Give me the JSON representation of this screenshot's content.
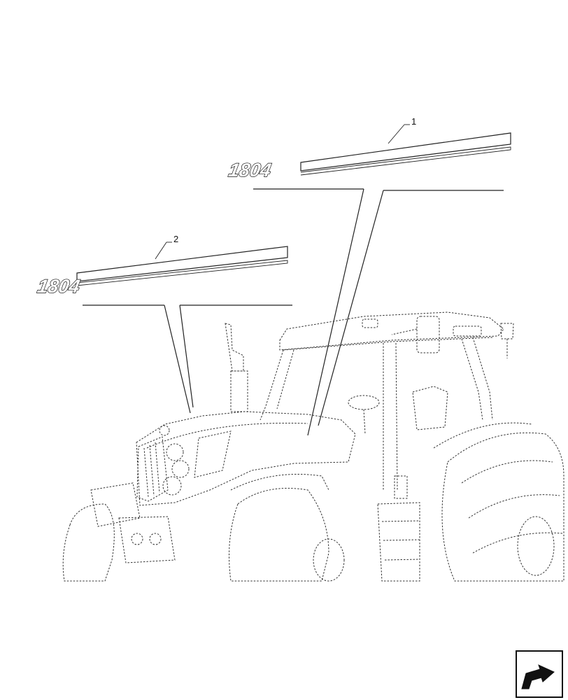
{
  "diagram": {
    "callouts": [
      {
        "number": "1",
        "decal_text": "1804"
      },
      {
        "number": "2",
        "decal_text": "1804"
      }
    ]
  },
  "nav_icon": {
    "icon": "return-arrow-icon"
  }
}
